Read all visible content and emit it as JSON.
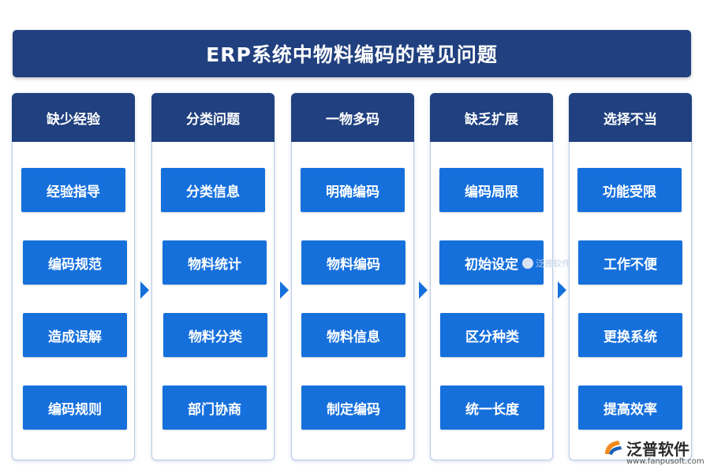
{
  "title": "ERP系统中物料编码的常见问题",
  "columns": [
    {
      "header": "缺少经验",
      "items": [
        "经验指导",
        "编码规范",
        "造成误解",
        "编码规则"
      ]
    },
    {
      "header": "分类问题",
      "items": [
        "分类信息",
        "物料统计",
        "物料分类",
        "部门协商"
      ]
    },
    {
      "header": "一物多码",
      "items": [
        "明确编码",
        "物料编码",
        "物料信息",
        "制定编码"
      ]
    },
    {
      "header": "缺乏扩展",
      "items": [
        "编码局限",
        "初始设定",
        "区分种类",
        "统一长度"
      ]
    },
    {
      "header": "选择不当",
      "items": [
        "功能受限",
        "工作不便",
        "更换系统",
        "提高效率"
      ]
    }
  ],
  "watermark": "泛普软件",
  "brand": {
    "name": "泛普软件",
    "url": "www.fanpusoft.com"
  },
  "colors": {
    "header": "#20407f",
    "item": "#1670dc",
    "arrow": "#1670dc"
  }
}
